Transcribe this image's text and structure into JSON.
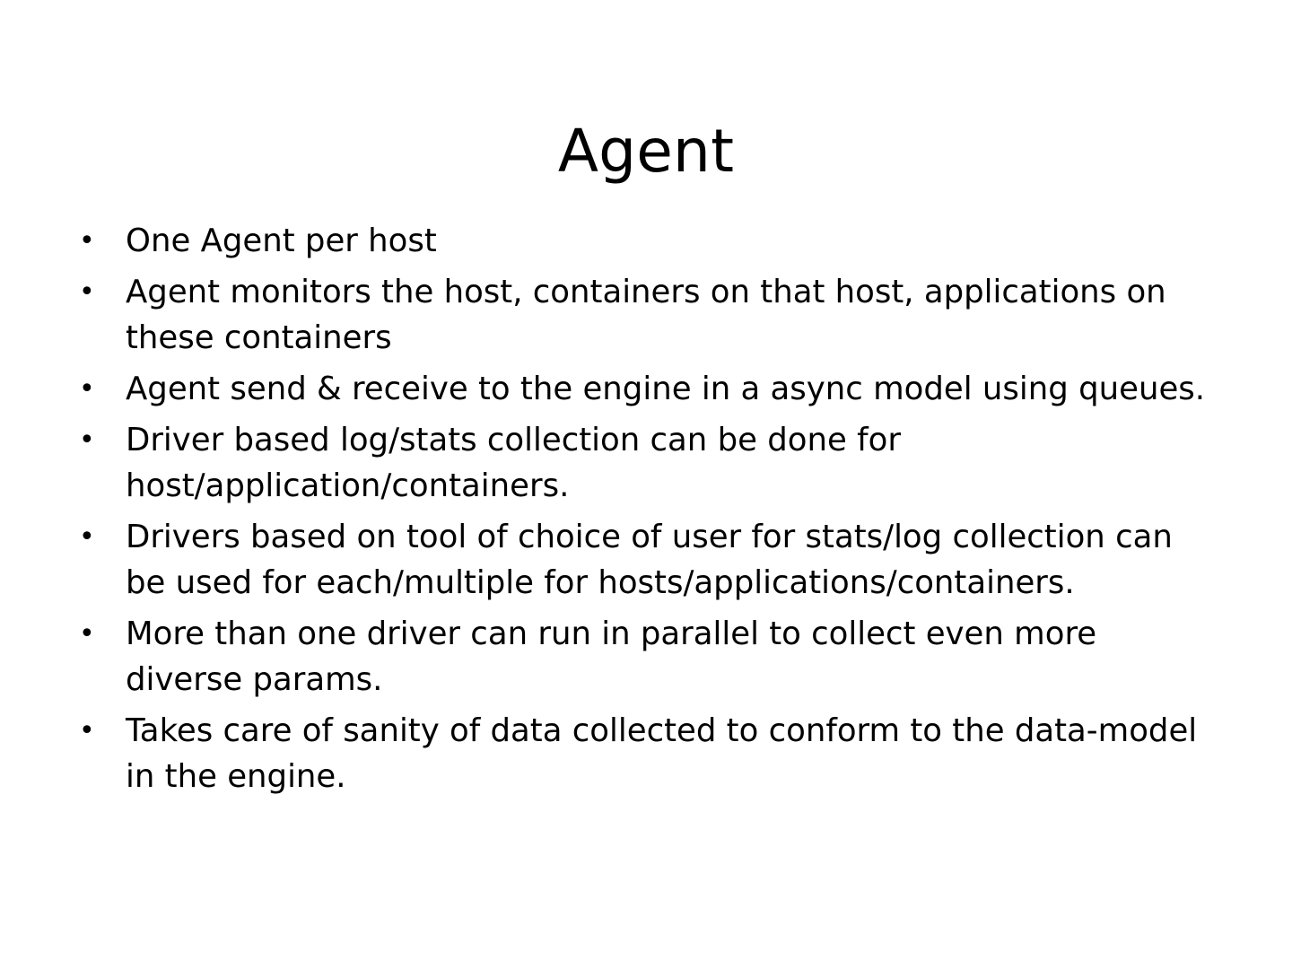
{
  "slide": {
    "title": "Agent",
    "background_color": "#ffffff",
    "text_color": "#000000",
    "bullet_glyph": "•",
    "bullets": [
      {
        "text": "One Agent per host"
      },
      {
        "text": "Agent monitors the host, containers on that host, applications on these containers"
      },
      {
        "text": "Agent send & receive to the engine in a async model using queues."
      },
      {
        "text": "Driver based log/stats collection can be done for host/application/containers."
      },
      {
        "text": "Drivers based on tool of choice of user for stats/log collection can be used for each/multiple for hosts/applications/containers."
      },
      {
        "text": "More than one driver can run in parallel to collect even more diverse params."
      },
      {
        "text": "Takes care of sanity of data collected to conform to the data-model in the engine."
      }
    ]
  }
}
